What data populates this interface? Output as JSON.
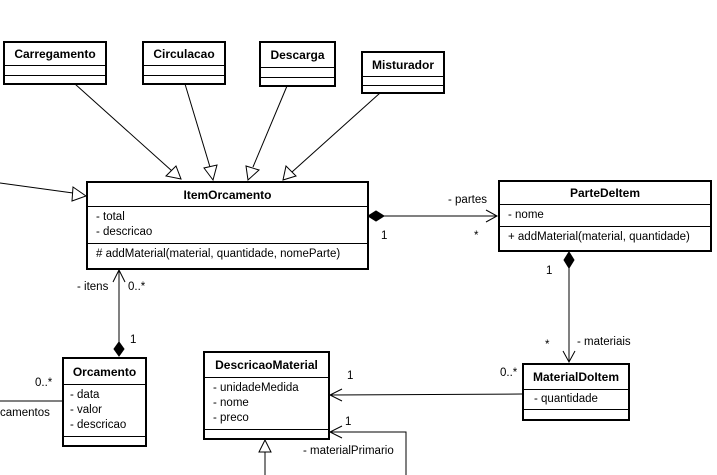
{
  "classes": {
    "carregamento": {
      "name": "Carregamento"
    },
    "circulacao": {
      "name": "Circulacao"
    },
    "descarga": {
      "name": "Descarga"
    },
    "misturador": {
      "name": "Misturador"
    },
    "item_orcamento": {
      "name": "ItemOrcamento",
      "attributes": [
        "- total",
        "- descricao"
      ],
      "operations": [
        "# addMaterial(material, quantidade, nomeParte)"
      ]
    },
    "parte_de_item": {
      "name": "ParteDeItem",
      "attributes": [
        "- nome"
      ],
      "operations": [
        "+ addMaterial(material, quantidade)"
      ]
    },
    "orcamento": {
      "name": "Orcamento",
      "attributes": [
        "- data",
        "- valor",
        "- descricao"
      ]
    },
    "descricao_material": {
      "name": "DescricaoMaterial",
      "attributes": [
        "- unidadeMedida",
        "- nome",
        "- preco"
      ]
    },
    "material_do_item": {
      "name": "MaterialDoItem",
      "attributes": [
        "- quantidade"
      ]
    }
  },
  "labels": {
    "partes_role": "- partes",
    "partes_src_mult": "1",
    "partes_dst_mult": "*",
    "materiais_src_mult": "1",
    "materiais_dst_mult": "*",
    "materiais_role": "- materiais",
    "itens_role": "- itens",
    "itens_mult": "0..*",
    "orcamento_mult": "1",
    "orcamentos_mult": "0..*",
    "orcamentos_role": "camentos",
    "descricao_mult": "1",
    "materialdoitem_mult": "0..*",
    "primario_mult": "1",
    "primario_role": "- materialPrimario"
  }
}
